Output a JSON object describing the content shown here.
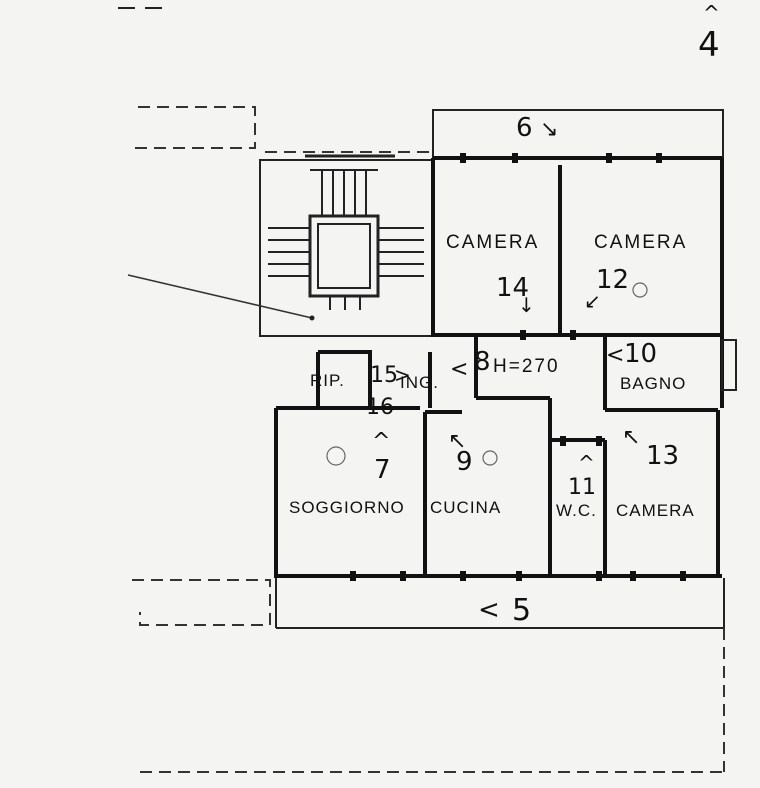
{
  "rooms": {
    "camera_a": "CAMERA",
    "camera_b": "CAMERA",
    "camera_c": "CAMERA",
    "bagno": "BAGNO",
    "soggiorno": "SOGGIORNO",
    "cucina": "CUCINA",
    "wc": "W.C.",
    "ripostiglio": "RIP.",
    "ingresso": "ING.",
    "height": "H=270"
  },
  "markers": {
    "m4": "4",
    "m5": "5",
    "m6": "6",
    "m7": "7",
    "m8": "8",
    "m9": "9",
    "m10": "10",
    "m11": "11",
    "m12": "12",
    "m13": "13",
    "m14": "14",
    "m15": "15",
    "m16": "16"
  }
}
